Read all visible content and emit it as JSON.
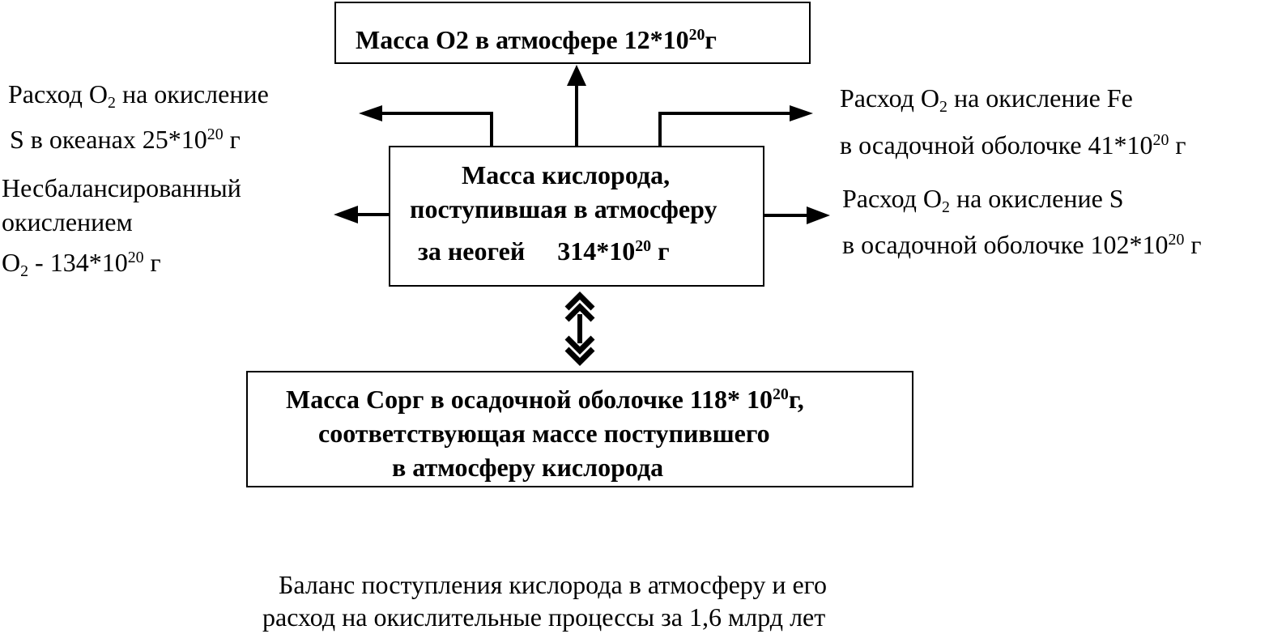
{
  "top_box": {
    "prefix": "Масса О2 в атмосфере 12*10",
    "exp": "20",
    "unit": "г"
  },
  "center_box": {
    "line1": "Масса кислорода,",
    "line2": "поступившая  в атмосферу",
    "line3_prefix": "за неогей",
    "line3_value": "314*10",
    "line3_exp": "20",
    "line3_unit": " г"
  },
  "bottom_box": {
    "line1_prefix": "Масса Сорг в осадочной оболочке 118* 10",
    "line1_exp": "20",
    "line1_unit": "г,",
    "line2": "соответствующая массе поступившего",
    "line3": "в атмосферу кислорода"
  },
  "left_top": {
    "l1_a": "Расход О",
    "l1_sub": "2",
    "l1_b": " на окисление",
    "l2_a": "S в океанах  25*10",
    "l2_exp": "20",
    "l2_b": " г"
  },
  "left_bottom": {
    "l1": "Несбалансированный",
    "l2": "окислением",
    "l3_a": "О",
    "l3_sub": "2",
    "l3_b": " - 134*10",
    "l3_exp": "20",
    "l3_c": " г"
  },
  "right_top": {
    "l1_a": "Расход О",
    "l1_sub": "2",
    "l1_b": " на окисление Fe",
    "l2_a": "в осадочной оболочке  41*10",
    "l2_exp": "20",
    "l2_b": " г"
  },
  "right_bottom": {
    "l1_a": "Расход О",
    "l1_sub": "2",
    "l1_b": " на окисление S",
    "l2_a": "в  осадочной оболочке 102*10",
    "l2_exp": "20",
    "l2_b": " г"
  },
  "caption": {
    "line1": "Баланс поступления кислорода в атмосферу и его",
    "line2": "расход  на окислительные процессы за 1,6 млрд  лет"
  }
}
